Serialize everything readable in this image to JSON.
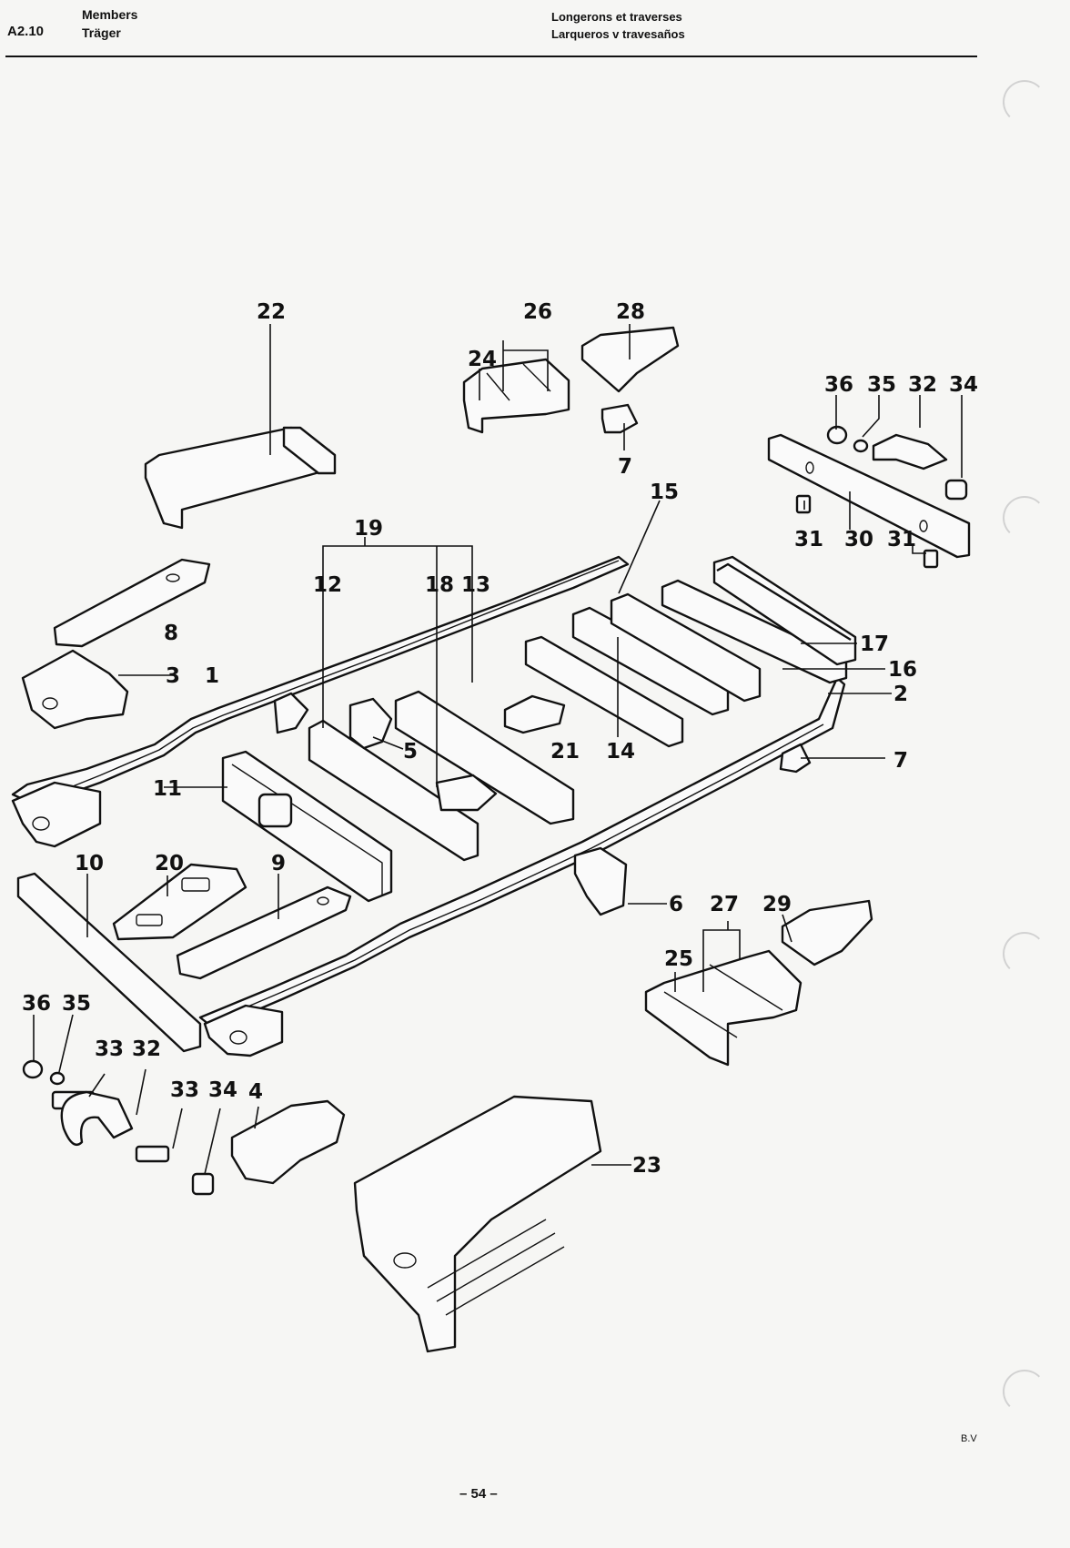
{
  "header": {
    "code": "A2.10",
    "title_en": "Members",
    "title_de": "Träger",
    "title_fr": "Longerons et traverses",
    "title_es": "Larqueros v travesaños"
  },
  "callouts": {
    "c1": "1",
    "c2": "2",
    "c3": "3",
    "c4": "4",
    "c5": "5",
    "c6": "6",
    "c7a": "7",
    "c7b": "7",
    "c8": "8",
    "c9": "9",
    "c10": "10",
    "c11": "11",
    "c12": "12",
    "c13": "13",
    "c14": "14",
    "c15": "15",
    "c16": "16",
    "c17": "17",
    "c18": "18",
    "c19": "19",
    "c20": "20",
    "c21": "21",
    "c22": "22",
    "c23": "23",
    "c24": "24",
    "c25": "25",
    "c26": "26",
    "c27": "27",
    "c28": "28",
    "c29": "29",
    "c30": "30",
    "c31a": "31",
    "c31b": "31",
    "c32a": "32",
    "c32b": "32",
    "c33a": "33",
    "c33b": "33",
    "c34a": "34",
    "c34b": "34",
    "c35a": "35",
    "c35b": "35",
    "c36a": "36",
    "c36b": "36"
  },
  "footer": {
    "page": "– 54 –",
    "initials": "B.V"
  }
}
